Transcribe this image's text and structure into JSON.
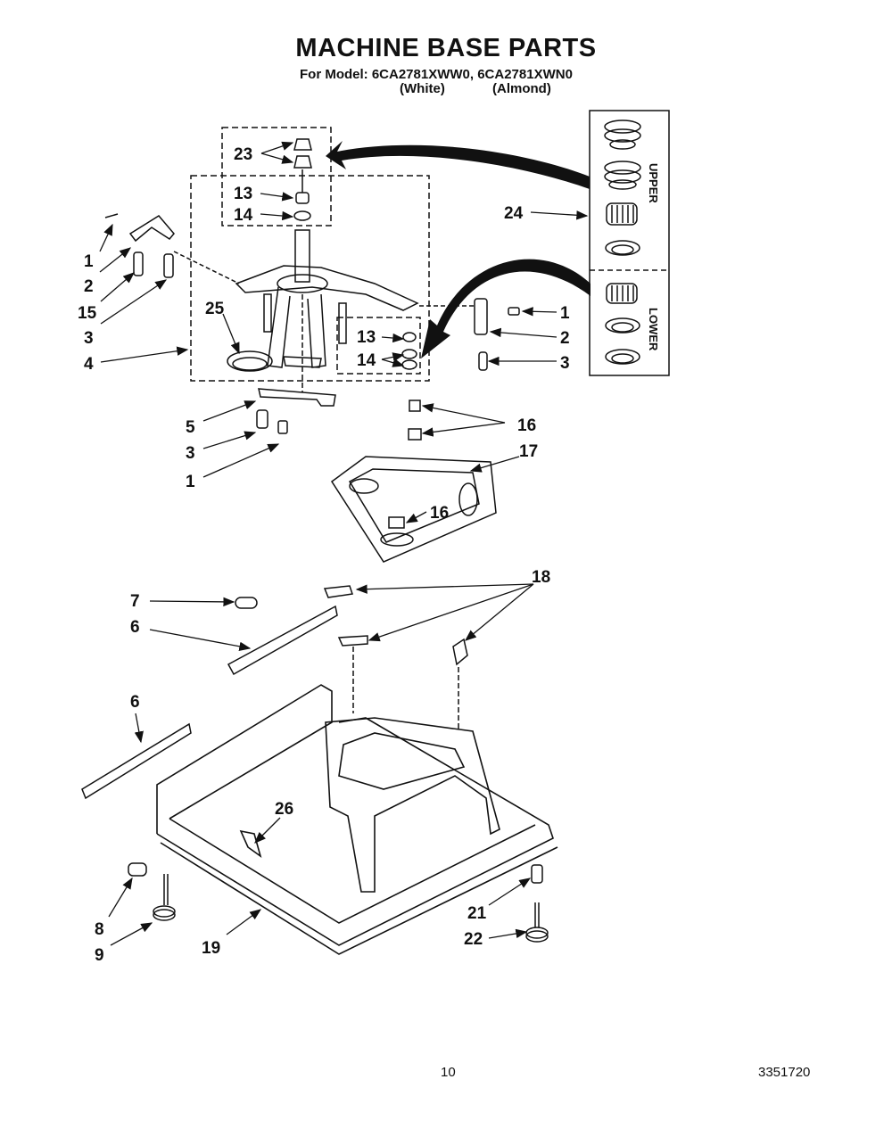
{
  "header": {
    "title": "MACHINE BASE PARTS",
    "for_model": "For Model: 6CA2781XWW0, 6CA2781XWN0",
    "color_white": "(White)",
    "color_almond": "(Almond)"
  },
  "legend": {
    "upper": "UPPER",
    "lower": "LOWER"
  },
  "callouts": {
    "c1": "1",
    "c2": "2",
    "c3": "3",
    "c4": "4",
    "c5": "5",
    "c6": "6",
    "c7": "7",
    "c8": "8",
    "c9": "9",
    "c13": "13",
    "c14": "14",
    "c15": "15",
    "c16": "16",
    "c17": "17",
    "c18": "18",
    "c19": "19",
    "c21": "21",
    "c22": "22",
    "c23": "23",
    "c24": "24",
    "c25": "25",
    "c26": "26"
  },
  "footer": {
    "page_number": "10",
    "document_number": "3351720"
  }
}
